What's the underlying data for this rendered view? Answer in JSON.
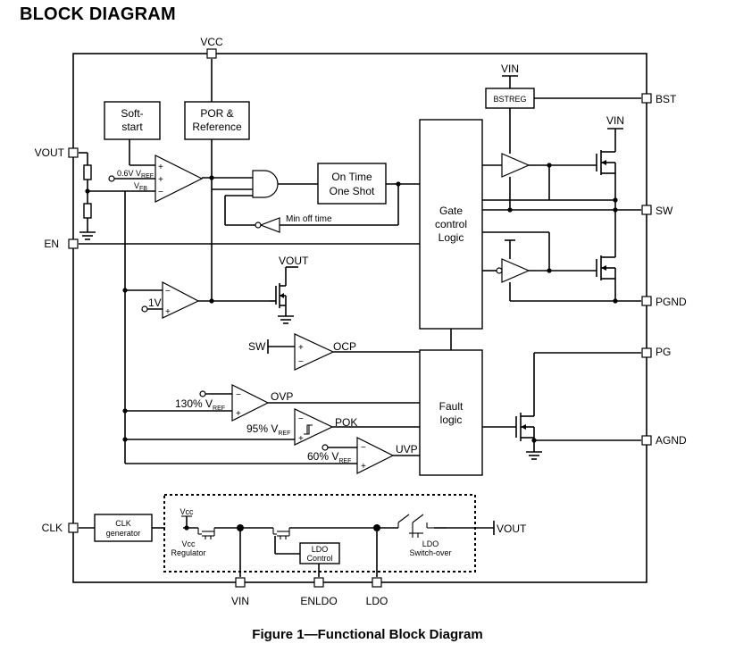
{
  "page_title": "BLOCK DIAGRAM",
  "caption": "Figure 1—Functional Block Diagram",
  "pins": {
    "vcc": "VCC",
    "vout": "VOUT",
    "en": "EN",
    "clk": "CLK",
    "bst": "BST",
    "sw": "SW",
    "pgnd": "PGND",
    "pg": "PG",
    "agnd": "AGND",
    "vin": "VIN",
    "enldo": "ENLDO",
    "ldo": "LDO"
  },
  "blocks": {
    "soft_start": [
      "Soft-",
      "start"
    ],
    "por_reference": [
      "POR &",
      "Reference"
    ],
    "on_time": [
      "On Time",
      "One Shot"
    ],
    "gate_control": [
      "Gate",
      "control",
      "Logic"
    ],
    "fault_logic": [
      "Fault",
      "logic"
    ],
    "bstreg": "BSTREG",
    "clk_generator": [
      "CLK",
      "generator"
    ],
    "ldo_control": [
      "LDO",
      "Control"
    ]
  },
  "labels": {
    "vin_top": "VIN",
    "vin_hs": "VIN",
    "min_off_time": "Min off time",
    "vout_fet": "VOUT",
    "ref_1v": "1V",
    "sw_in": "SW",
    "ocp": "OCP",
    "ovp": "OVP",
    "pok": "POK",
    "uvp": "UVP",
    "vref_06": "0.6V V",
    "vref_sub": "REF",
    "vfb": "V",
    "vfb_sub": "FB",
    "ovp_ref": "130% V",
    "pok_ref": "95% V",
    "uvp_ref": "60% V",
    "vcc_small": "Vcc",
    "vcc_regulator": [
      "Vcc",
      "Regulator"
    ],
    "ldo_switchover": [
      "LDO",
      "Switch-over"
    ],
    "vout_right": "VOUT",
    "plus": "+",
    "minus": "−"
  }
}
